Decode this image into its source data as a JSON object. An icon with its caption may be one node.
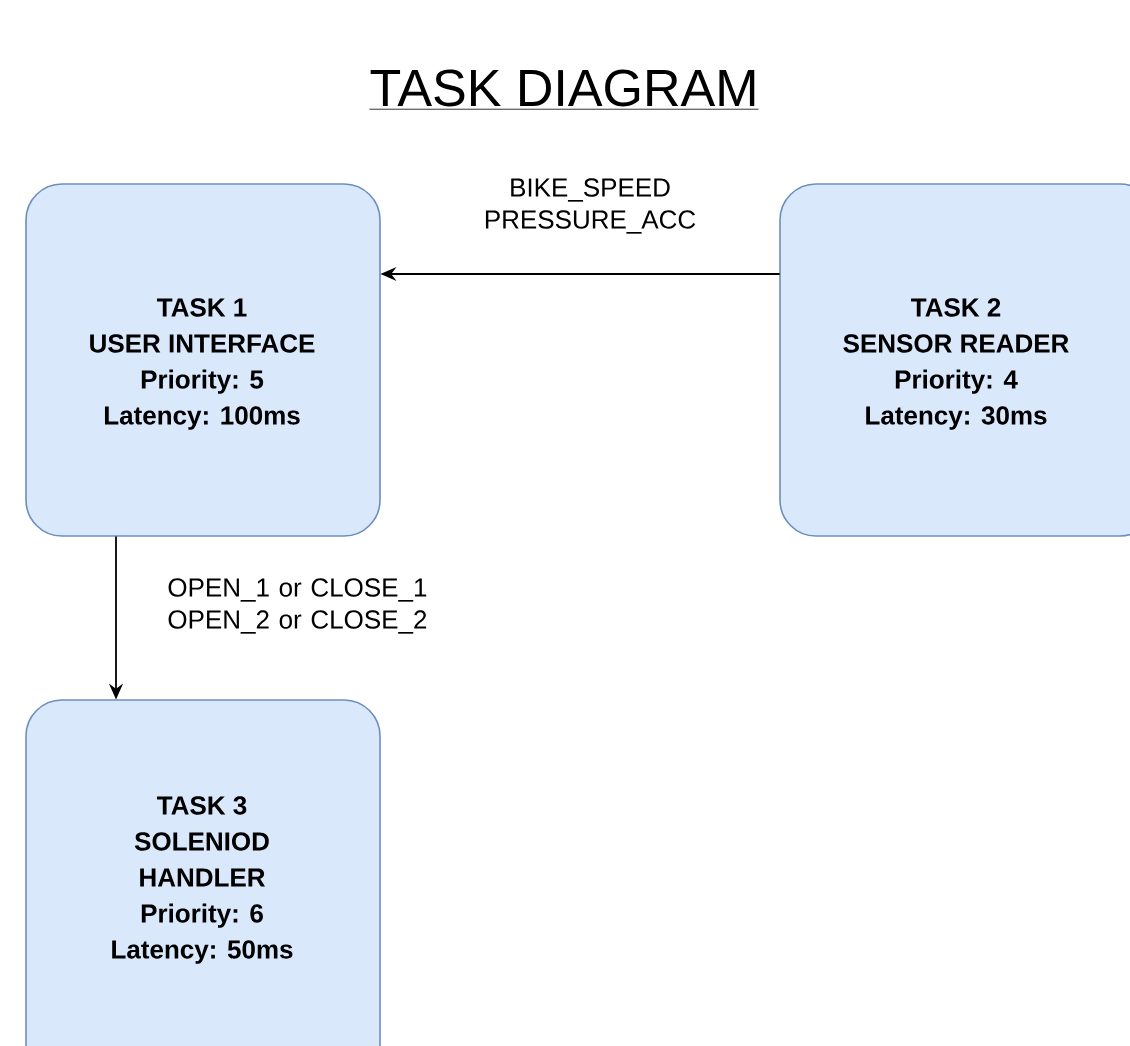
{
  "diagram": {
    "title": "TASK DIAGRAM",
    "nodes": [
      {
        "text": [
          "TASK 1",
          "USER INTERFACE",
          "Priority: 5",
          "Latency: 100ms"
        ]
      },
      {
        "text": [
          "TASK 2",
          "SENSOR READER",
          "Priority: 4",
          "Latency: 30ms"
        ]
      },
      {
        "text": [
          "TASK 3",
          "SOLENIOD",
          "HANDLER",
          "Priority: 6",
          "Latency: 50ms"
        ]
      }
    ],
    "edges": [
      {
        "from": 1,
        "to": 0,
        "arrow": "to",
        "label": "BIKE_SPEED PRESSURE_ACC"
      },
      {
        "from": 0,
        "to": 2,
        "arrow": "to",
        "label": "OPEN_1 or CLOSE_1 OPEN_2 or CLOSE_2"
      }
    ]
  }
}
